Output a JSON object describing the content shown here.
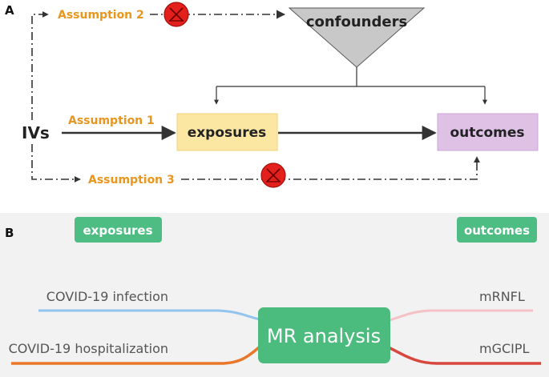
{
  "panel_a": {
    "label": "A",
    "ivs": "IVs",
    "assumption_1": "Assumption  1",
    "assumption_2": "Assumption  2",
    "assumption_3": "Assumption  3",
    "confounders": "confounders",
    "exposures": "exposures",
    "outcomes": "outcomes"
  },
  "panel_b": {
    "label": "B",
    "exposures_tag": "exposures",
    "outcomes_tag": "outcomes",
    "center": "MR analysis",
    "left_items": [
      "COVID-19 infection",
      "COVID-19 hospitalization"
    ],
    "right_items": [
      "mRNFL",
      "mGCIPL"
    ]
  },
  "colors": {
    "exposure_box": "#fbe6a2",
    "outcome_box": "#dfc1e6",
    "confounder_fill": "#c8c8c8",
    "assumption_text": "#e8961e",
    "violation_marker": "#e3201b",
    "tag_green": "#4dbd84",
    "center_green": "#4cbb7e",
    "line_blue": "#93c4ee",
    "line_orange": "#e9772a",
    "line_pink": "#f4c2c4",
    "line_red": "#d8473d"
  },
  "icons": [
    "cross-circle-icon"
  ]
}
